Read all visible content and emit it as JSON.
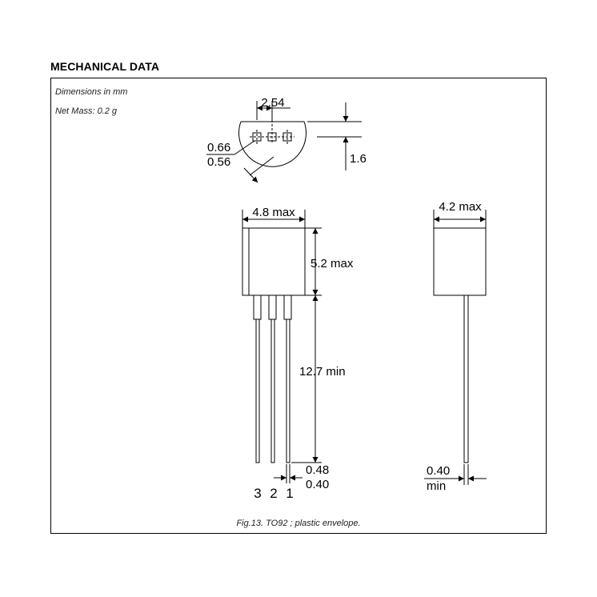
{
  "heading": "MECHANICAL DATA",
  "notes": {
    "units": "Dimensions in mm",
    "mass": "Net Mass: 0.2 g"
  },
  "dims": {
    "pitch": "2.54",
    "lead_dia_max": "0.66",
    "lead_dia_min": "0.56",
    "flat_height": "1.6",
    "body_width": "4.8 max",
    "body_height": "5.2 max",
    "lead_length": "12.7 min",
    "lead_w_max": "0.48",
    "lead_w_min": "0.40",
    "side_width": "4.2 max",
    "side_lead_value": "0.40",
    "side_lead_suffix": "min"
  },
  "pins": [
    "3",
    "2",
    "1"
  ],
  "caption": "Fig.13.  TO92 ; plastic envelope."
}
